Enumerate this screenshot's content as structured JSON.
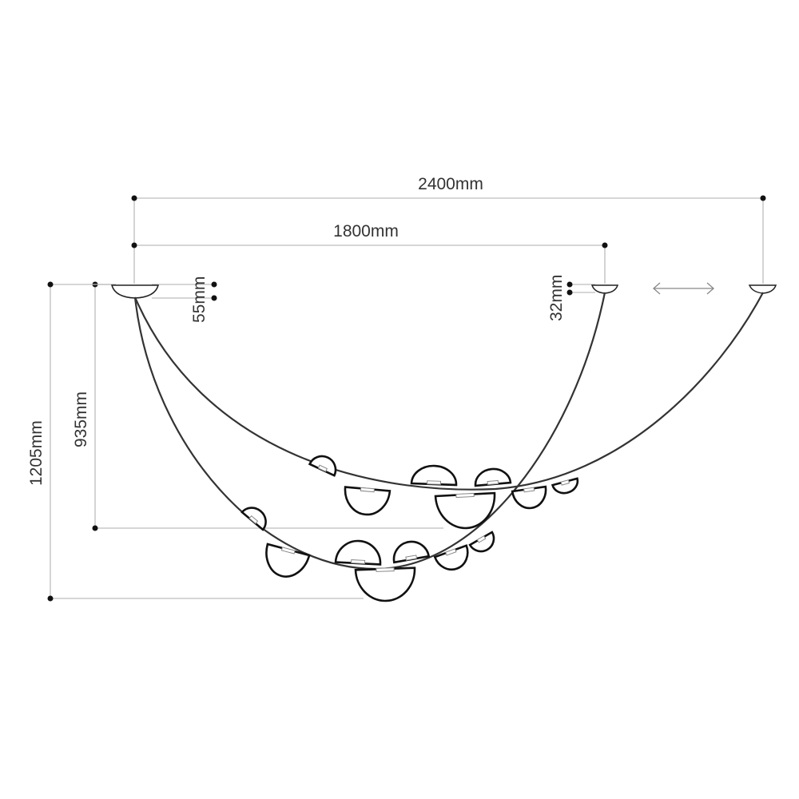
{
  "title": "Pendant lamp dimension drawing",
  "dimensions": {
    "total_width": "2400mm",
    "inner_width": "1800mm",
    "canopy_left_height": "55mm",
    "canopy_right_height": "32mm",
    "inner_drop": "935mm",
    "total_drop": "1205mm"
  },
  "adjustable_arrow": "double-arrow-icon"
}
